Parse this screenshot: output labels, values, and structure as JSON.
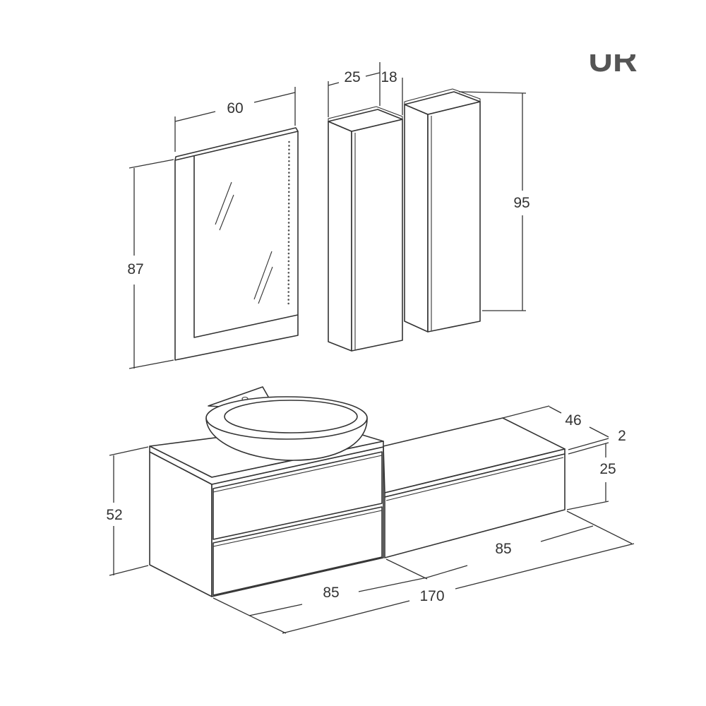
{
  "brand_fragment": "UR",
  "dimensions": {
    "mirror_width": "60",
    "mirror_height": "87",
    "column_width": "25",
    "column_depth": "18",
    "column_height": "95",
    "base_depth": "46",
    "top_thickness": "2",
    "drawer_height": "25",
    "base_height": "52",
    "left_unit_width": "85",
    "right_unit_width": "85",
    "total_width": "170"
  },
  "colors": {
    "stroke": "#333333",
    "background": "#ffffff"
  }
}
